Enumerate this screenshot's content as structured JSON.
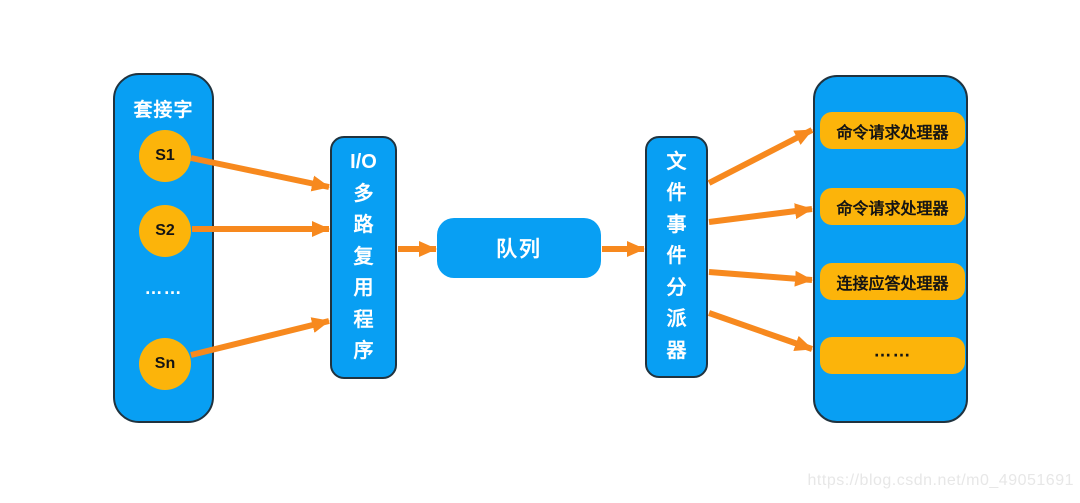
{
  "colors": {
    "blue": "#089ff3",
    "gold": "#fcb40a",
    "orange": "#f7891e",
    "edge": "#20333f",
    "ink": "#141414",
    "light": "#ffffff",
    "mark": "#e7e7e7"
  },
  "watermark": "https://blog.csdn.net/m0_49051691",
  "sockets_panel": {
    "title": "套接字",
    "s1": "S1",
    "s2": "S2",
    "ellipsis": "……",
    "sn": "Sn"
  },
  "multiplexer": {
    "label": "I/O多路复用程序"
  },
  "queue": {
    "label": "队列"
  },
  "dispatcher": {
    "label": "文件事件分派器"
  },
  "handlers_panel": {
    "items": [
      "命令请求处理器",
      "命令请求处理器",
      "连接应答处理器",
      "……"
    ]
  }
}
